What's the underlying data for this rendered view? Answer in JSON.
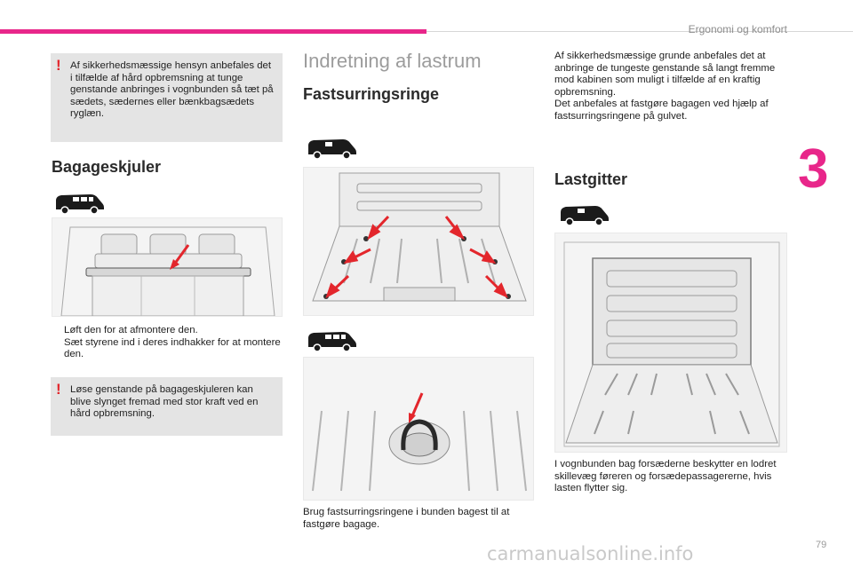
{
  "header": {
    "title": "Ergonomi og komfort",
    "chapter": "3"
  },
  "footer": {
    "page_number": "79",
    "watermark": "carmanualsonline.info"
  },
  "left": {
    "warning1": {
      "mark": "!",
      "text": "Af sikkerhedsmæssige hensyn anbefales det i tilfælde af hård opbremsning at tunge genstande anbringes i vognbunden så tæt på sædets, sædernes eller bænkbagsædets ryglæn."
    },
    "bagageskjuler": {
      "heading": "Bagageskjuler",
      "bullets": [
        {
          "mark": "",
          "text": "Løft den for at afmontere den."
        },
        {
          "mark": "",
          "text": "Sæt styrene ind i deres indhakker for at montere den."
        }
      ]
    },
    "warning2": {
      "mark": "!",
      "text": "Løse genstande på bagageskjuleren kan blive slynget fremad med stor kraft ved en hård opbremsning."
    }
  },
  "middle": {
    "title": "Indretning af lastrum",
    "heading": "Fastsurringsringe",
    "caption": "Brug fastsurringsringene i bunden bagest til at fastgøre bagage."
  },
  "right": {
    "intro_p1": "Af sikkerhedsmæssige grunde anbefales det at anbringe de tungeste genstande så langt fremme mod kabinen som muligt i tilfælde af en kraftig opbremsning.",
    "intro_p2": "Det anbefales at fastgøre bagagen ved hjælp af fastsurringsringene på gulvet.",
    "lastgitter": {
      "heading": "Lastgitter",
      "caption": "I vognbunden bag forsæderne beskytter en lodret skillevæg føreren og forsædepassagererne, hvis lasten flytter sig."
    }
  },
  "colors": {
    "accent": "#e8268a",
    "warning": "#e3262c",
    "arrow": "#e3262c",
    "box": "#e4e4e4"
  },
  "icons": [
    "van-icon",
    "warning-icon",
    "red-arrow-icon",
    "lashing-ring-icon"
  ]
}
